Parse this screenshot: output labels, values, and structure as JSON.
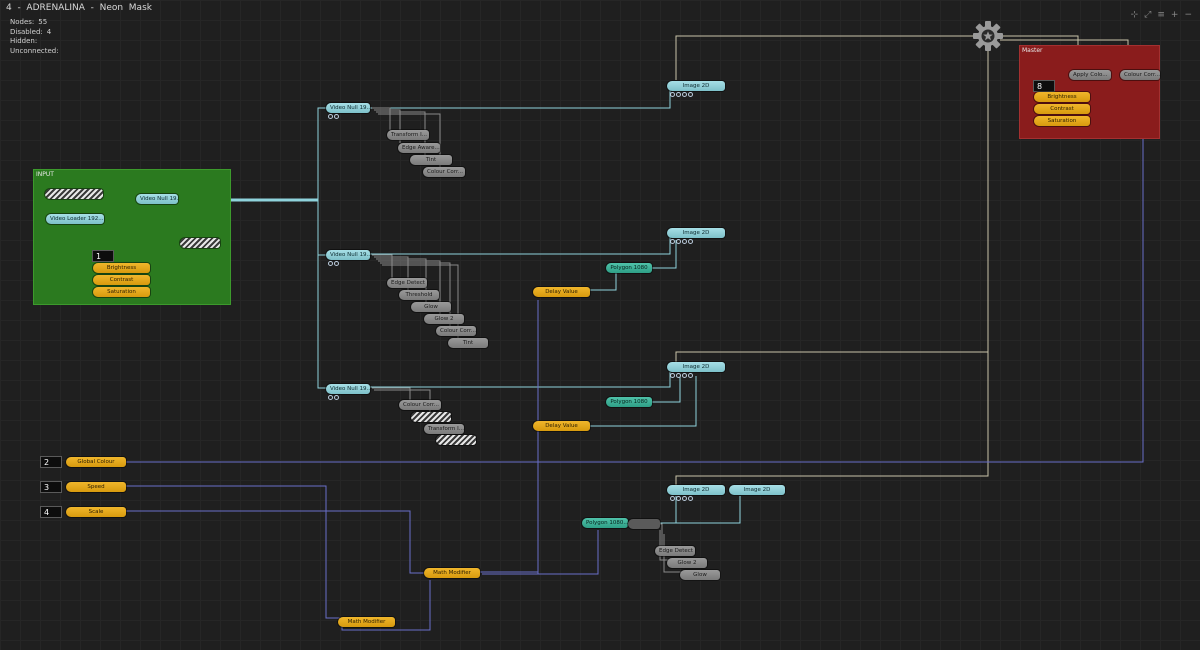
{
  "title": "4  -  ADRENALINA  -  Neon  Mask",
  "stats": [
    {
      "label": "Nodes:",
      "value": "55"
    },
    {
      "label": "Disabled:",
      "value": "4"
    },
    {
      "label": "Hidden:",
      "value": ""
    },
    {
      "label": "Unconnected:",
      "value": ""
    }
  ],
  "toolbar_icons": [
    "fit-view-icon",
    "expand-icon",
    "menu-icon",
    "add-icon",
    "collapse-icon"
  ],
  "toolbar_glyphs": [
    "⊹",
    "⤢",
    "≡",
    "+",
    "−"
  ],
  "groups": {
    "input": {
      "label": "INPUT",
      "color": "#2b7a1f"
    },
    "master": {
      "label": "Master",
      "color": "#8a1c1c"
    }
  },
  "colors": {
    "cyan_node": "#7dc0c9",
    "gray_node": "#7a7a7a",
    "yellow_node": "#d79a0e",
    "teal_node": "#2e9f86",
    "wire_cyan": "#8fd3dc",
    "wire_blue": "#6a6fc9",
    "wire_beige": "#c9c3a8",
    "wire_gray": "#8a8a8a"
  },
  "nodes": {
    "input_video_null": "Video  Null  19...",
    "input_video_loader": "Video  Loader  192...",
    "input_brightness": "Brightness",
    "input_contrast": "Contrast",
    "input_saturation": "Saturation",
    "input_number": "1",
    "vnull_1": "Video  Null  19...",
    "transform_1": "Transform  I...",
    "edge_aware": "Edge  Aware...",
    "tint_1": "Tint",
    "colour_corr_1": "Colour  Corr...",
    "vnull_2": "Video  Null  19...",
    "edge_detect_1": "Edge  Detect",
    "threshold": "Threshold",
    "glow_1": "Glow",
    "glow2_1": "Glow  2",
    "colour_corr_2": "Colour  Corr...",
    "tint_2": "Tint",
    "vnull_3": "Video  Null  19...",
    "colour_corr_3": "Colour  Corr...",
    "transform_2": "Transform  I...",
    "image2d_1": "Image  2D",
    "image2d_2": "Image  2D",
    "image2d_3": "Image  2D",
    "image2d_4": "Image  2D",
    "image2d_5": "Image  2D",
    "polygon_1": "Polygon  1080",
    "polygon_2": "Polygon  1080",
    "polygon_3": "Polygon  1080...",
    "delay_1": "Delay  Value",
    "delay_2": "Delay  Value",
    "edge_detect_2": "Edge  Detect",
    "glow2_2": "Glow  2",
    "glow_2": "Glow",
    "math_1": "Math  Modifier",
    "math_2": "Math  Modifier",
    "global_colour": "Global  Colour",
    "speed": "Speed",
    "scale": "Scale",
    "master_apply": "Apply  Colo...",
    "master_colour_corr": "Colour  Corr...",
    "master_brightness": "Brightness",
    "master_contrast": "Contrast",
    "master_saturation": "Saturation",
    "master_number": "8"
  },
  "number_keys": {
    "global_colour": "2",
    "speed": "3",
    "scale": "4"
  }
}
